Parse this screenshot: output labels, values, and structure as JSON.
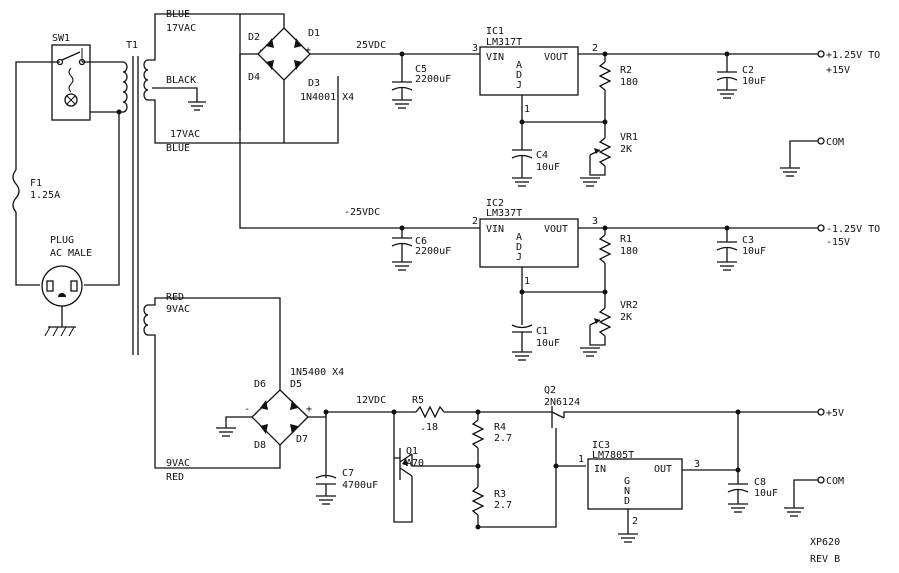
{
  "switch": {
    "ref": "SW1"
  },
  "transformer": {
    "ref": "T1",
    "sec_top": "BLUE",
    "sec_top_v": "17VAC",
    "center_tap": "BLACK",
    "sec_bot_v": "17VAC",
    "sec_bot": "BLUE",
    "aux_top": "RED",
    "aux_top_v": "9VAC",
    "aux_bot_v": "9VAC",
    "aux_bot": "RED"
  },
  "fuse": {
    "ref": "F1",
    "value": "1.25A"
  },
  "plug": {
    "ref": "PLUG",
    "desc": "AC MALE"
  },
  "bridge1": {
    "d2": "D2",
    "d1": "D1",
    "d4": "D4",
    "d3": "D3",
    "part": "1N4001 X4"
  },
  "bridge2": {
    "d6": "D6",
    "d5": "D5",
    "d8": "D8",
    "d7": "D7",
    "part": "1N5400 X4"
  },
  "rails": {
    "pos": "25VDC",
    "neg": "-25VDC",
    "low": "12VDC"
  },
  "ic1": {
    "ref": "IC1",
    "part": "LM317T",
    "vin": "VIN",
    "vout": "VOUT",
    "adj": [
      "A",
      "D",
      "J"
    ],
    "pin_in": "3",
    "pin_out": "2",
    "pin_adj": "1"
  },
  "ic2": {
    "ref": "IC2",
    "part": "LM337T",
    "vin": "VIN",
    "vout": "VOUT",
    "adj": [
      "A",
      "D",
      "J"
    ],
    "pin_in": "2",
    "pin_out": "3",
    "pin_adj": "1"
  },
  "ic3": {
    "ref": "IC3",
    "part": "LM7805T",
    "vin": "IN",
    "vout": "OUT",
    "gnd": [
      "G",
      "N",
      "D"
    ],
    "pin_in": "1",
    "pin_out": "3",
    "pin_gnd": "2"
  },
  "c5": {
    "ref": "C5",
    "value": "2200uF"
  },
  "c6": {
    "ref": "C6",
    "value": "2200uF"
  },
  "c7": {
    "ref": "C7",
    "value": "4700uF"
  },
  "c4": {
    "ref": "C4",
    "value": "10uF"
  },
  "c1": {
    "ref": "C1",
    "value": "10uF"
  },
  "c2": {
    "ref": "C2",
    "value": "10uF"
  },
  "c3": {
    "ref": "C3",
    "value": "10uF"
  },
  "c8": {
    "ref": "C8",
    "value": "10uF"
  },
  "r2": {
    "ref": "R2",
    "value": "180"
  },
  "r1": {
    "ref": "R1",
    "value": "180"
  },
  "r5": {
    "ref": "R5",
    "value": ".18"
  },
  "r4": {
    "ref": "R4",
    "value": "2.7"
  },
  "r3": {
    "ref": "R3",
    "value": "2.7"
  },
  "vr1": {
    "ref": "VR1",
    "value": "2K"
  },
  "vr2": {
    "ref": "VR2",
    "value": "2K"
  },
  "q1": {
    "ref": "Q1",
    "part": "A70"
  },
  "q2": {
    "ref": "Q2",
    "part": "2N6124"
  },
  "outputs": {
    "pos_a": "+1.25V TO",
    "pos_b": "+15V",
    "neg_a": "-1.25V TO",
    "neg_b": "-15V",
    "com1": "COM",
    "com2": "COM",
    "p5": "+5V"
  },
  "signs": {
    "plus": "+",
    "minus": "-"
  },
  "title": {
    "code": "XP620",
    "rev": "REV B"
  }
}
